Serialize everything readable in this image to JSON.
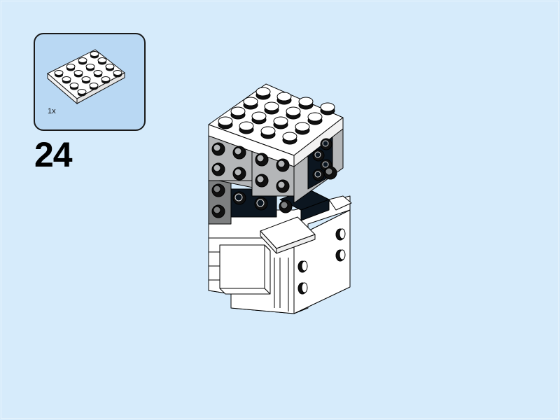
{
  "page": {
    "background_color": "#d6ebfb",
    "step_number": "24"
  },
  "parts_callout": {
    "background_color": "#b9d8f3",
    "border_color": "#1a1a1a",
    "parts": [
      {
        "name": "white-plate-4x4",
        "quantity": "1x",
        "color": "#ffffff"
      }
    ]
  },
  "model": {
    "description": "Partially assembled brick-built figure with 4x4 white plate added on top",
    "colors": {
      "white": "#ffffff",
      "light_gray": "#b4b6b8",
      "dark_gray": "#7d7f80",
      "black": "#0c1620",
      "outline": "#000000"
    }
  }
}
